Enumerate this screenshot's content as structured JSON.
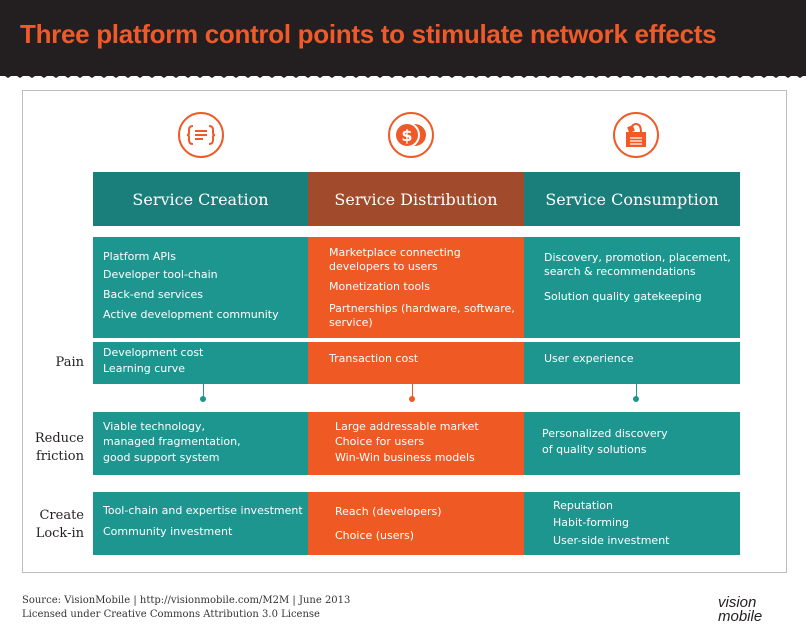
{
  "title": "Three platform control points to stimulate network effects",
  "icons": [
    "code-icon",
    "dollar-coins-icon",
    "shopping-bag-icon"
  ],
  "columns": [
    {
      "name": "Service Creation"
    },
    {
      "name": "Service Distribution"
    },
    {
      "name": "Service Consumption"
    }
  ],
  "cells": {
    "creation": [
      "Platform APIs",
      "Developer tool-chain",
      "Back-end services",
      "Active development community"
    ],
    "distribution": [
      "Marketplace connecting",
      "developers to users",
      "Monetization tools",
      "Partnerships (hardware, software,",
      "service)"
    ],
    "consumption": [
      "Discovery, promotion, placement,",
      "search & recommendations",
      "Solution quality gatekeeping"
    ]
  },
  "rows": {
    "pain": {
      "label": "Pain",
      "creation": [
        "Development cost",
        "Learning curve"
      ],
      "distribution": [
        "Transaction cost"
      ],
      "consumption": [
        "User experience"
      ]
    },
    "reduce": {
      "label_line1": "Reduce",
      "label_line2": "friction",
      "creation": [
        "Viable technology,",
        "managed fragmentation,",
        "good support system"
      ],
      "distribution": [
        "Large addressable market",
        "Choice for users",
        "Win-Win business models"
      ],
      "consumption": [
        "Personalized discovery",
        "of quality solutions"
      ]
    },
    "lockin": {
      "label_line1": "Create",
      "label_line2": "Lock-in",
      "creation": [
        "Tool-chain and expertise investment",
        "Community investment"
      ],
      "distribution": [
        "Reach (developers)",
        "Choice (users)"
      ],
      "consumption": [
        "Reputation",
        "Habit-forming",
        "User-side investment"
      ]
    }
  },
  "source_line1": "Source: VisionMobile | http://visionmobile.com/M2M | June 2013",
  "source_line2": "Licensed under Creative Commons Attribution 3.0 License",
  "logo_line1": "vision",
  "logo_line2": "mobile",
  "colors": {
    "teal": "#1d968f",
    "orange": "#ef5a24",
    "brown": "#a14a2c",
    "dark": "#231f20"
  }
}
